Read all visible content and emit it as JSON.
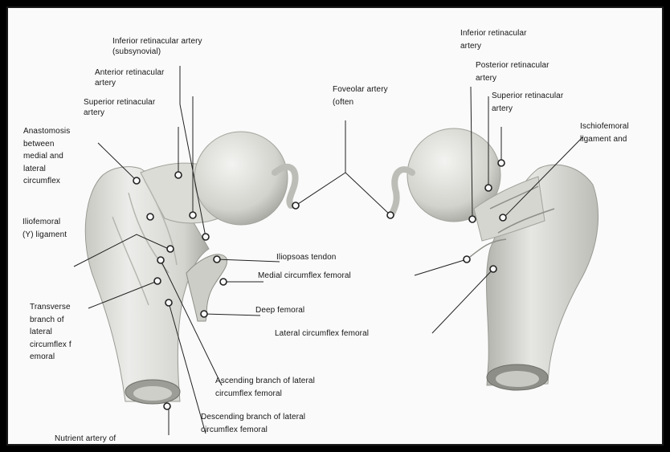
{
  "labels": {
    "inferior_retinacular_left": "Inferior retinacular artery (subsynovial)",
    "anterior_retinacular": "Anterior retinacular artery",
    "superior_retinacular_left": "Superior retinacular artery",
    "anastomosis": "Anastomosis between medial and lateral circumflex",
    "iliofemoral": "Iliofemoral (Y) ligament",
    "transverse_branch": "Transverse branch of lateral circumflex f emoral",
    "nutrient": "Nutrient artery of",
    "descending": "Descending branch of lateral circumflex femoral",
    "ascending": "Ascending branch of lateral circumflex femoral",
    "foveolar": "Foveolar artery (often",
    "iliopsoas": "Iliopsoas tendon",
    "medial_circumflex": "Medial circumflex femoral",
    "deep_femoral": "Deep femoral",
    "lateral_circumflex": "Lateral circumflex femoral",
    "inferior_retinacular_right": "Inferior retinacular artery",
    "posterior_retinacular": "Posterior retinacular artery",
    "superior_retinacular_right": "Superior retinacular artery",
    "ischiofemoral": "Ischiofemoral ligament and"
  },
  "colors": {
    "background": "#fafafa",
    "frame": "#1b1b1b",
    "bone_fill": "#d9d9d4",
    "bone_shade": "#a8a8a2",
    "leader": "#222222"
  }
}
